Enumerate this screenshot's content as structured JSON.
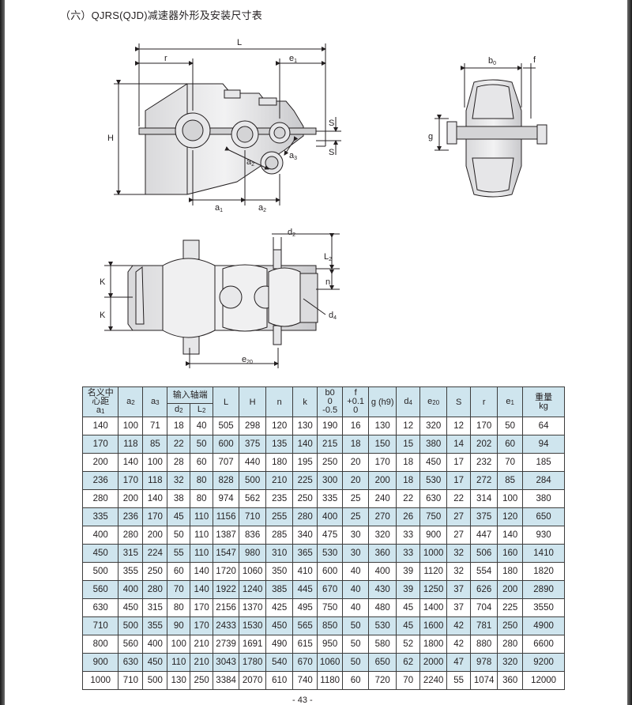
{
  "title": "（六）QJRS(QJD)减速器外形及安装尺寸表",
  "drawing": {
    "labels": {
      "L": "L",
      "r": "r",
      "e1": "e",
      "e1_sub": "1",
      "H": "H",
      "S": "S",
      "a1": "a",
      "a1_sub": "1",
      "a2": "a",
      "a2_sub": "2",
      "a3": "a",
      "a3_sub": "3",
      "b0": "b",
      "b0_sub": "0",
      "f": "f",
      "g": "g",
      "d2": "d",
      "d2_sub": "2",
      "L2": "L",
      "L2_sub": "2",
      "n": "n",
      "K": "K",
      "d4": "d",
      "d4_sub": "4",
      "e20": "e",
      "e20_sub": "20"
    }
  },
  "table": {
    "headers": {
      "center_distance_line1": "名义中",
      "center_distance_line2": "心距",
      "a1": "a",
      "a1_sub": "1",
      "a2": "a",
      "a2_sub": "2",
      "a3": "a",
      "a3_sub": "3",
      "input_shaft": "输入轴端",
      "d2": "d",
      "d2_sub": "2",
      "L2": "L",
      "L2_sub": "2",
      "L": "L",
      "H": "H",
      "n": "n",
      "k": "k",
      "b0": "b0",
      "b0_line2": "0",
      "b0_line3": "-0.5",
      "f": "f",
      "f_line2": "+0.1",
      "f_line3": "0",
      "g": "g (h9)",
      "d4": "d",
      "d4_sub": "4",
      "e20": "e",
      "e20_sub": "20",
      "S": "S",
      "r": "r",
      "e1": "e",
      "e1_sub": "1",
      "weight": "重量",
      "weight_unit": "kg"
    },
    "rows": [
      [
        "140",
        "100",
        "71",
        "18",
        "40",
        "505",
        "298",
        "120",
        "130",
        "190",
        "16",
        "130",
        "12",
        "320",
        "12",
        "170",
        "50",
        "64"
      ],
      [
        "170",
        "118",
        "85",
        "22",
        "50",
        "600",
        "375",
        "135",
        "140",
        "215",
        "18",
        "150",
        "15",
        "380",
        "14",
        "202",
        "60",
        "94"
      ],
      [
        "200",
        "140",
        "100",
        "28",
        "60",
        "707",
        "440",
        "180",
        "195",
        "250",
        "20",
        "170",
        "18",
        "450",
        "17",
        "232",
        "70",
        "185"
      ],
      [
        "236",
        "170",
        "118",
        "32",
        "80",
        "828",
        "500",
        "210",
        "225",
        "300",
        "20",
        "200",
        "18",
        "530",
        "17",
        "272",
        "85",
        "284"
      ],
      [
        "280",
        "200",
        "140",
        "38",
        "80",
        "974",
        "562",
        "235",
        "250",
        "335",
        "25",
        "240",
        "22",
        "630",
        "22",
        "314",
        "100",
        "380"
      ],
      [
        "335",
        "236",
        "170",
        "45",
        "110",
        "1156",
        "710",
        "255",
        "280",
        "400",
        "25",
        "270",
        "26",
        "750",
        "27",
        "375",
        "120",
        "650"
      ],
      [
        "400",
        "280",
        "200",
        "50",
        "110",
        "1387",
        "836",
        "285",
        "340",
        "475",
        "30",
        "320",
        "33",
        "900",
        "27",
        "447",
        "140",
        "930"
      ],
      [
        "450",
        "315",
        "224",
        "55",
        "110",
        "1547",
        "980",
        "310",
        "365",
        "530",
        "30",
        "360",
        "33",
        "1000",
        "32",
        "506",
        "160",
        "1410"
      ],
      [
        "500",
        "355",
        "250",
        "60",
        "140",
        "1720",
        "1060",
        "350",
        "410",
        "600",
        "40",
        "400",
        "39",
        "1120",
        "32",
        "554",
        "180",
        "1820"
      ],
      [
        "560",
        "400",
        "280",
        "70",
        "140",
        "1922",
        "1240",
        "385",
        "445",
        "670",
        "40",
        "430",
        "39",
        "1250",
        "37",
        "626",
        "200",
        "2890"
      ],
      [
        "630",
        "450",
        "315",
        "80",
        "170",
        "2156",
        "1370",
        "425",
        "495",
        "750",
        "40",
        "480",
        "45",
        "1400",
        "37",
        "704",
        "225",
        "3550"
      ],
      [
        "710",
        "500",
        "355",
        "90",
        "170",
        "2433",
        "1530",
        "450",
        "565",
        "850",
        "50",
        "530",
        "45",
        "1600",
        "42",
        "781",
        "250",
        "4900"
      ],
      [
        "800",
        "560",
        "400",
        "100",
        "210",
        "2739",
        "1691",
        "490",
        "615",
        "950",
        "50",
        "580",
        "52",
        "1800",
        "42",
        "880",
        "280",
        "6600"
      ],
      [
        "900",
        "630",
        "450",
        "110",
        "210",
        "3043",
        "1780",
        "540",
        "670",
        "1060",
        "50",
        "650",
        "62",
        "2000",
        "47",
        "978",
        "320",
        "9200"
      ],
      [
        "1000",
        "710",
        "500",
        "130",
        "250",
        "3384",
        "2070",
        "610",
        "740",
        "1180",
        "60",
        "720",
        "70",
        "2240",
        "55",
        "1074",
        "360",
        "12000"
      ]
    ]
  },
  "page_number": "- 43 -"
}
